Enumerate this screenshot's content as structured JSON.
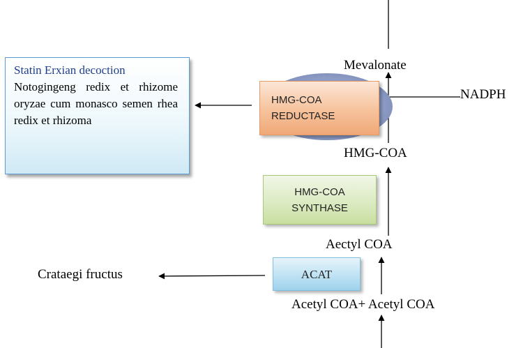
{
  "metabolites": {
    "mevalonate": "Mevalonate",
    "hmg_coa": "HMG-COA",
    "aectyl_coa": "Aectyl COA",
    "acetyl_pair": "Acetyl COA+ Acetyl COA"
  },
  "cofactor": {
    "nadph": "NADPH"
  },
  "enzymes": {
    "reductase_line1": "HMG-COA",
    "reductase_line2": "REDUCTASE",
    "synthase_line1": "HMG-COA",
    "synthase_line2": "SYNTHASE",
    "acat": "ACAT"
  },
  "herbs": {
    "statin_box_title": "Statin Erxian decoction",
    "statin_box_body": "Notogingeng redix et rhizome oryzae cum monasco semen rhea redix et rhizoma",
    "acat_inhibitor": "Crataegi fructus"
  },
  "colors": {
    "reductase_fill": "#f6c29c",
    "synthase_fill": "#dcebc3",
    "acat_fill": "#bfe2f3",
    "herb_box_fill": "#daf0f8",
    "herb_title_text": "#1f3f8a"
  }
}
